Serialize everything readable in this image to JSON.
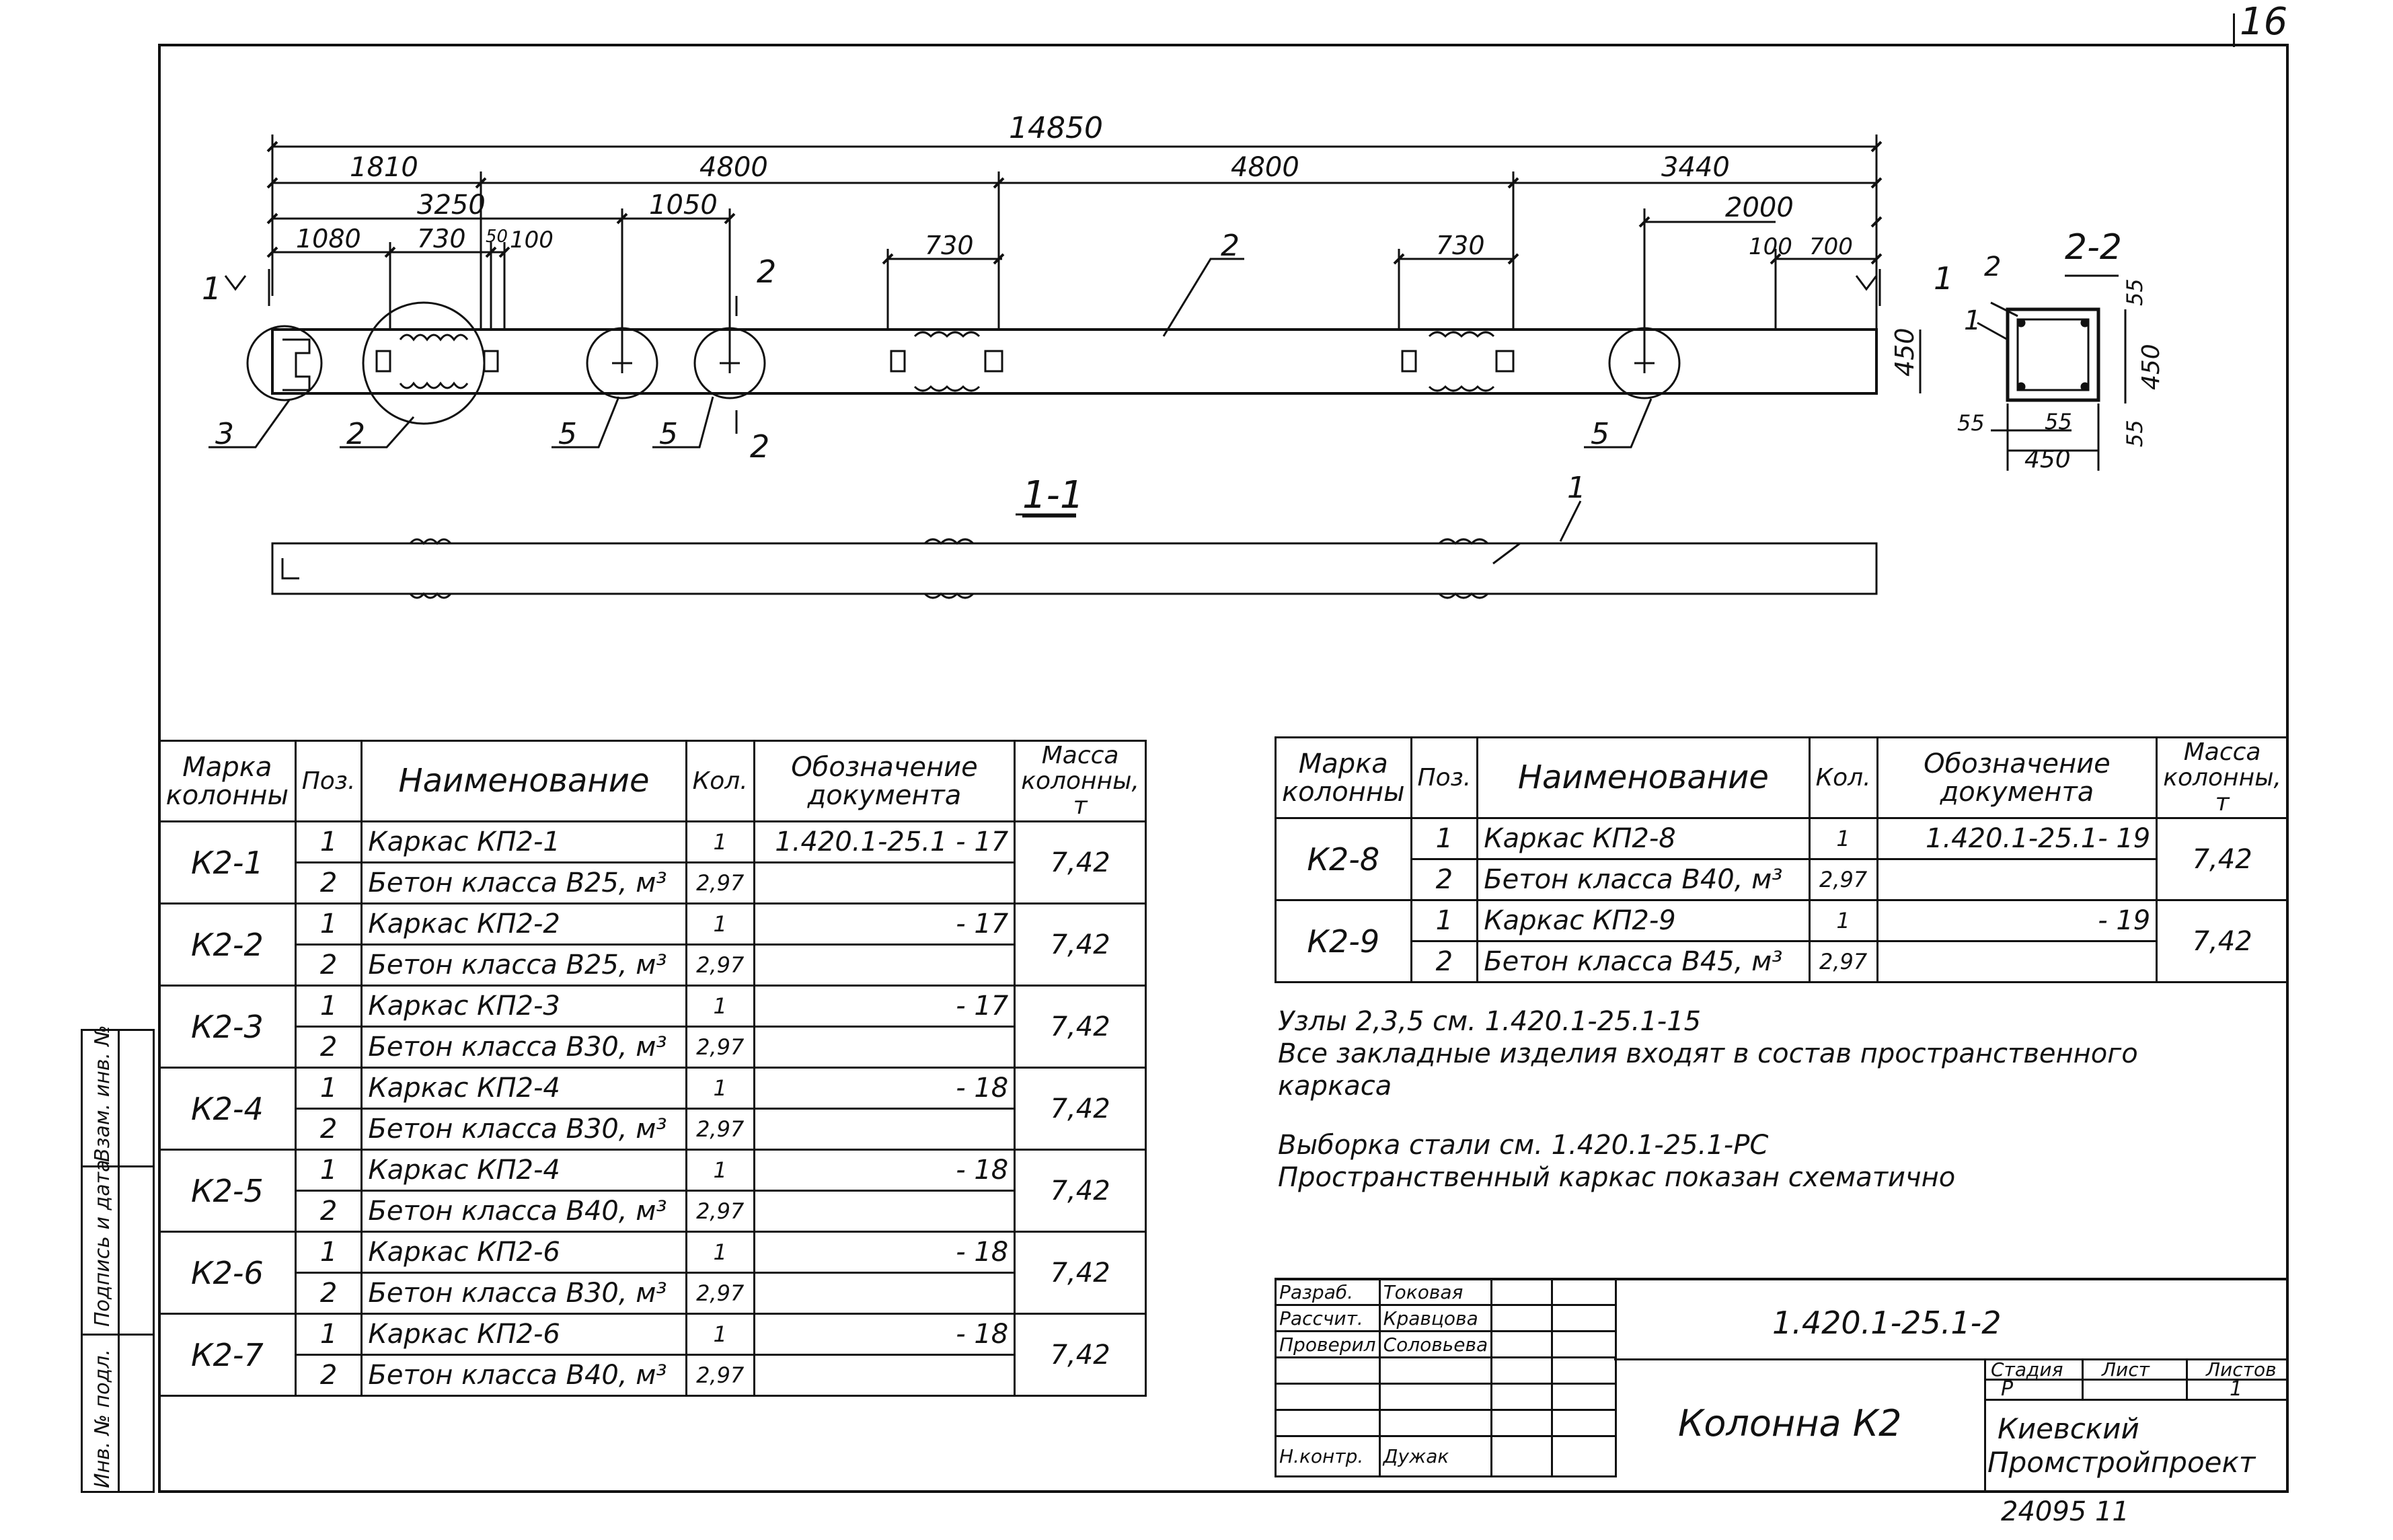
{
  "page_number": "16",
  "drawing": {
    "dims_top": {
      "overall": "14850",
      "seg_1810": "1810",
      "seg_4800a": "4800",
      "seg_4800b": "4800",
      "seg_3440": "3440",
      "d3250": "3250",
      "d1050": "1050",
      "d2000": "2000",
      "d1080": "1080",
      "d730a": "730",
      "d50": "50",
      "d100a": "100",
      "d730b": "730",
      "d730c": "730",
      "d100b": "100",
      "d700": "700",
      "d450h": "450"
    },
    "callouts": {
      "c2_top": "2",
      "c3": "3",
      "c2": "2",
      "c5a": "5",
      "c5b": "5",
      "c5c": "5",
      "c1_section": "1",
      "cut_1_left": "1",
      "cut_1_right": "1",
      "cut_2_top": "2",
      "cut_2_bottom": "2"
    },
    "section_1_1": "1-1",
    "section_2_2": {
      "title": "2-2",
      "c1": "1",
      "c2": "2",
      "d55_top": "55",
      "d450_side": "450",
      "d55_right": "55",
      "d55_left": "55",
      "d55_mid": "55",
      "d450_bottom": "450"
    }
  },
  "table_left": {
    "headers": {
      "mark": "Марка колонны",
      "pos": "Поз.",
      "name": "Наименование",
      "qty": "Кол.",
      "doc": "Обозначение документа",
      "mass": "Масса колонны, т"
    },
    "rows": [
      {
        "mark": "К2-1",
        "r1": {
          "pos": "1",
          "name": "Каркас КП2-1",
          "qty": "1",
          "doc": "1.420.1-25.1 - 17"
        },
        "r2": {
          "pos": "2",
          "name": "Бетон класса В25, м³",
          "qty": "2,97",
          "doc": ""
        },
        "mass": "7,42"
      },
      {
        "mark": "К2-2",
        "r1": {
          "pos": "1",
          "name": "Каркас КП2-2",
          "qty": "1",
          "doc": "- 17"
        },
        "r2": {
          "pos": "2",
          "name": "Бетон класса В25, м³",
          "qty": "2,97",
          "doc": ""
        },
        "mass": "7,42"
      },
      {
        "mark": "К2-3",
        "r1": {
          "pos": "1",
          "name": "Каркас КП2-3",
          "qty": "1",
          "doc": "- 17"
        },
        "r2": {
          "pos": "2",
          "name": "Бетон класса В30, м³",
          "qty": "2,97",
          "doc": ""
        },
        "mass": "7,42"
      },
      {
        "mark": "К2-4",
        "r1": {
          "pos": "1",
          "name": "Каркас КП2-4",
          "qty": "1",
          "doc": "- 18"
        },
        "r2": {
          "pos": "2",
          "name": "Бетон класса В30, м³",
          "qty": "2,97",
          "doc": ""
        },
        "mass": "7,42"
      },
      {
        "mark": "К2-5",
        "r1": {
          "pos": "1",
          "name": "Каркас КП2-4",
          "qty": "1",
          "doc": "- 18"
        },
        "r2": {
          "pos": "2",
          "name": "Бетон класса В40, м³",
          "qty": "2,97",
          "doc": ""
        },
        "mass": "7,42"
      },
      {
        "mark": "К2-6",
        "r1": {
          "pos": "1",
          "name": "Каркас КП2-6",
          "qty": "1",
          "doc": "- 18"
        },
        "r2": {
          "pos": "2",
          "name": "Бетон класса В30, м³",
          "qty": "2,97",
          "doc": ""
        },
        "mass": "7,42"
      },
      {
        "mark": "К2-7",
        "r1": {
          "pos": "1",
          "name": "Каркас КП2-6",
          "qty": "1",
          "doc": "- 18"
        },
        "r2": {
          "pos": "2",
          "name": "Бетон класса В40, м³",
          "qty": "2,97",
          "doc": ""
        },
        "mass": "7,42"
      }
    ]
  },
  "table_right": {
    "headers": {
      "mark": "Марка колонны",
      "pos": "Поз.",
      "name": "Наименование",
      "qty": "Кол.",
      "doc": "Обозначение документа",
      "mass": "Масса колонны, т"
    },
    "rows": [
      {
        "mark": "К2-8",
        "r1": {
          "pos": "1",
          "name": "Каркас КП2-8",
          "qty": "1",
          "doc": "1.420.1-25.1- 19"
        },
        "r2": {
          "pos": "2",
          "name": "Бетон класса В40, м³",
          "qty": "2,97",
          "doc": ""
        },
        "mass": "7,42"
      },
      {
        "mark": "К2-9",
        "r1": {
          "pos": "1",
          "name": "Каркас КП2-9",
          "qty": "1",
          "doc": "- 19"
        },
        "r2": {
          "pos": "2",
          "name": "Бетон класса В45, м³",
          "qty": "2,97",
          "doc": ""
        },
        "mass": "7,42"
      }
    ]
  },
  "notes": {
    "line1": "Узлы 2,3,5 см. 1.420.1-25.1-15",
    "line2": "Все закладные изделия входят в состав пространственного",
    "line3": "каркаса",
    "line4": "Выборка стали см. 1.420.1-25.1-РС",
    "line5": "Пространственный каркас показан схематично"
  },
  "title_block": {
    "roles": [
      "Разраб.",
      "Рассчит.",
      "Проверил",
      "",
      "",
      "",
      "Н.контр."
    ],
    "names": [
      "Токовая",
      "Кравцова",
      "Соловьева",
      "",
      "",
      "",
      "Дужак"
    ],
    "doc_code": "1.420.1-25.1-2",
    "product_title": "Колонна К2",
    "stage_label": "Стадия",
    "sheet_label": "Лист",
    "sheets_label": "Листов",
    "stage": "Р",
    "sheets": "1",
    "organization_line1": "Киевский",
    "organization_line2": "Промстройпроект"
  },
  "margin": {
    "inv_podl": "Инв. № подл.",
    "podpis": "Подпись и дата",
    "vzam": "Взам. инв. №"
  },
  "footer_code": "24095 11"
}
